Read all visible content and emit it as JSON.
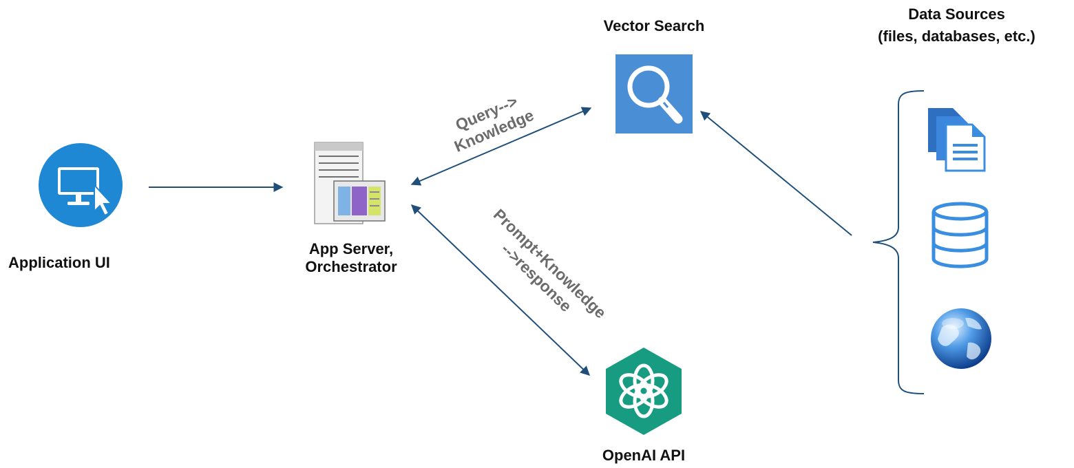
{
  "nodes": {
    "app_ui": {
      "label": "Application UI",
      "icon": "monitor-cursor-icon"
    },
    "app_server": {
      "label_line1": "App Server,",
      "label_line2": "Orchestrator",
      "icon": "server-window-icon"
    },
    "vector_search": {
      "label": "Vector Search",
      "icon": "magnifier-icon"
    },
    "openai": {
      "label": "OpenAI API",
      "icon": "openai-logo-icon"
    },
    "data_sources": {
      "label_line1": "Data Sources",
      "label_line2": "(files, databases, etc.)",
      "items": [
        {
          "icon": "documents-icon"
        },
        {
          "icon": "database-icon"
        },
        {
          "icon": "globe-icon"
        }
      ]
    }
  },
  "edges": {
    "query": {
      "line1": "Query-->",
      "line2": "Knowledge"
    },
    "prompt": {
      "line1": "Prompt+Knowledge",
      "line2": "-->response"
    }
  },
  "colors": {
    "arrow": "#1f4e79",
    "ui_circle": "#1e88d4",
    "search_box": "#4a8fd6",
    "openai_hex": "#179c82",
    "data_icon": "#3a8ee0",
    "edge_label": "#6b6b6b"
  }
}
